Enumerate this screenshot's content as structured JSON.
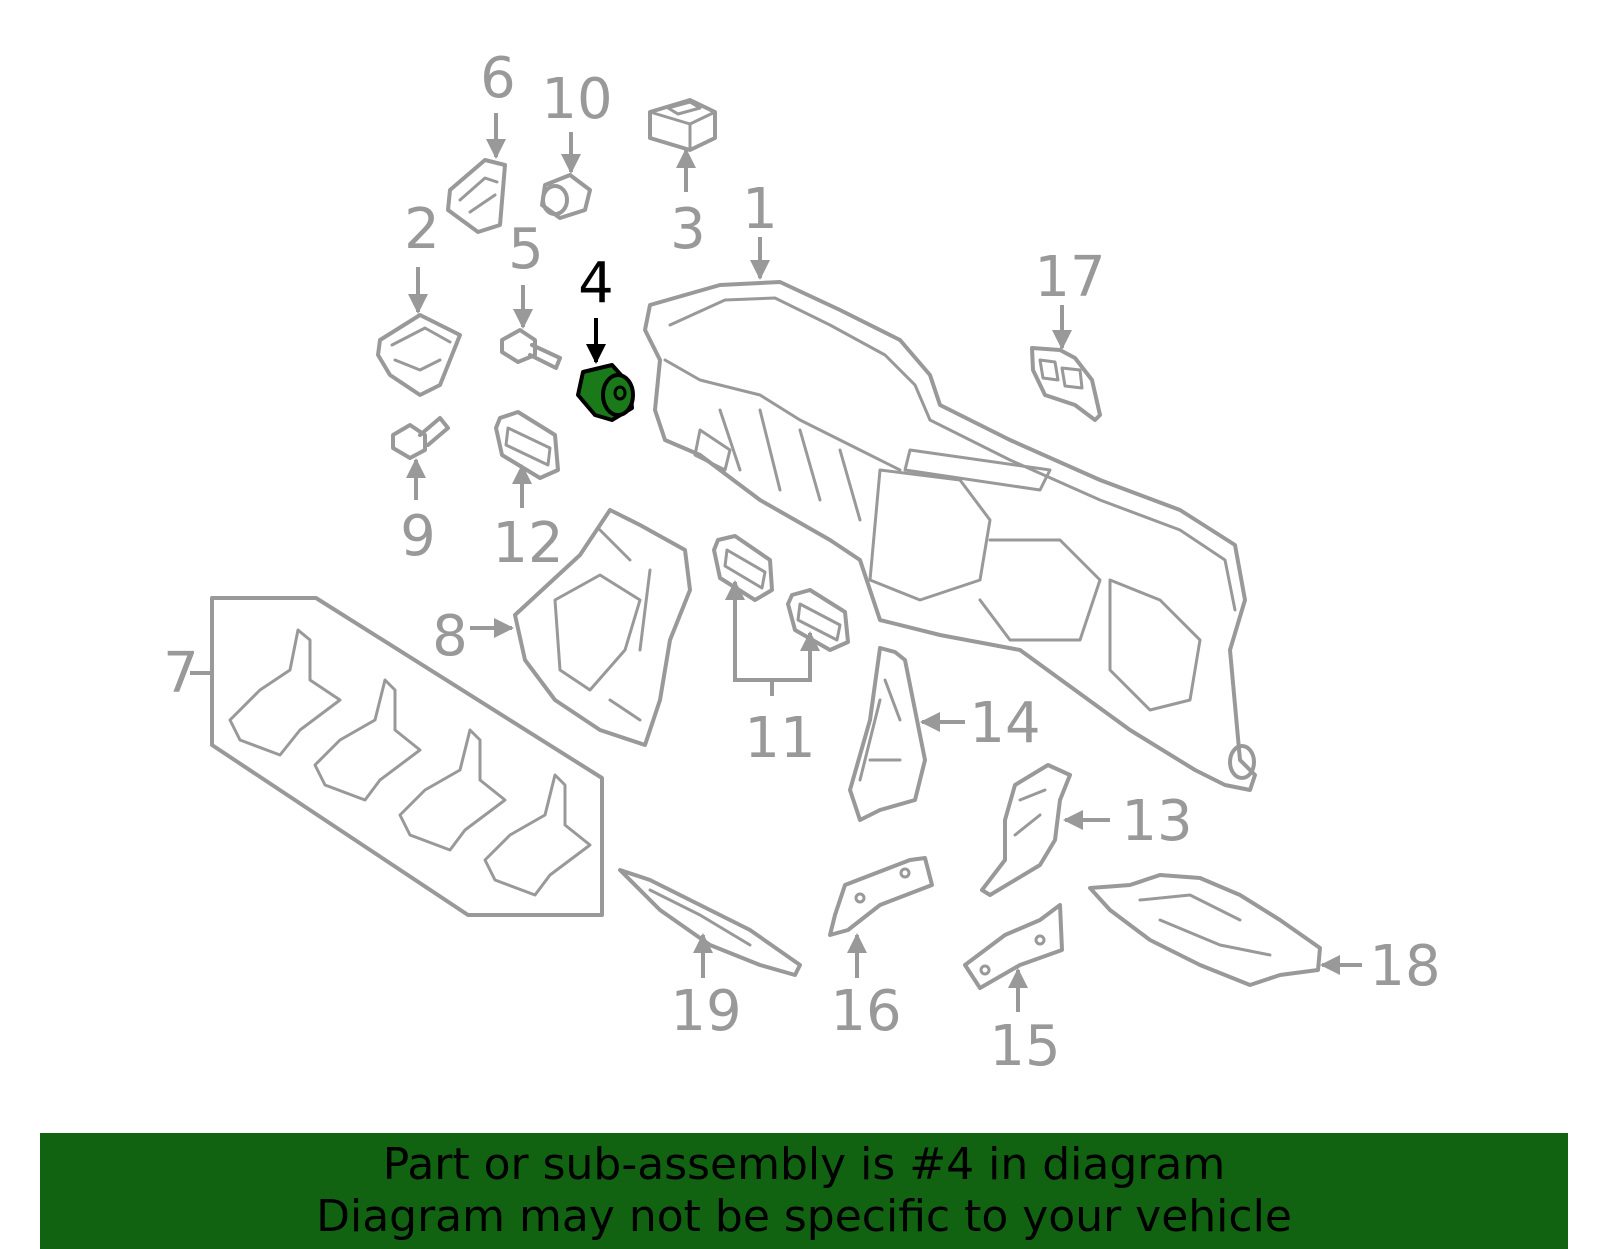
{
  "diagram": {
    "highlighted_part": "4",
    "highlight_color": "#1a7a1a",
    "line_color": "#999999",
    "callouts": [
      "1",
      "2",
      "3",
      "4",
      "5",
      "6",
      "7",
      "8",
      "9",
      "10",
      "11",
      "12",
      "13",
      "14",
      "15",
      "16",
      "17",
      "18",
      "19"
    ]
  },
  "banner": {
    "line1": "Part or sub-assembly is #4 in diagram",
    "line2": "Diagram may not be specific to your vehicle",
    "background": "#116211"
  }
}
